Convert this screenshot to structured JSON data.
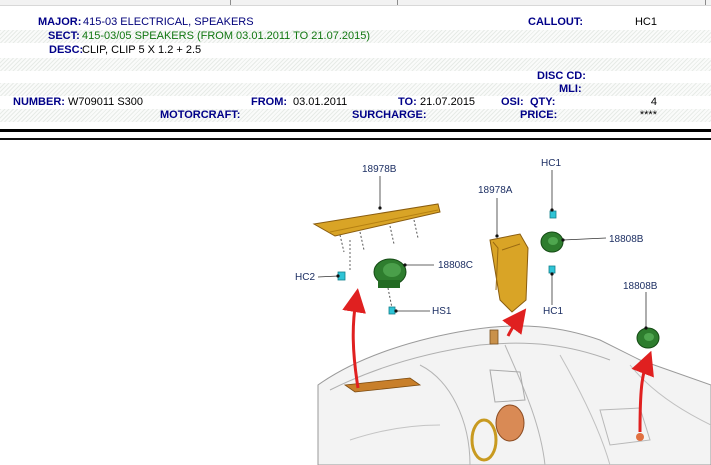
{
  "header": {
    "major_label": "MAJOR:",
    "major_value": "415-03  ELECTRICAL, SPEAKERS",
    "callout_label": "CALLOUT:",
    "callout_value": "HC1",
    "sect_label": "SECT:",
    "sect_value": "415-03/05  SPEAKERS (FROM 03.01.2011 TO 21.07.2015)",
    "desc_label": "DESC:",
    "desc_value": "CLIP, CLIP 5 X 1.2 + 2.5",
    "disc_cd_label": "DISC CD:",
    "mli_label": "MLI:",
    "number_label": "NUMBER:",
    "number_value": "W709011 S300",
    "from_label": "FROM:",
    "from_value": "03.01.2011",
    "to_label": "TO:",
    "to_value": "21.07.2015",
    "osi_label": "OSI:",
    "qty_label": "QTY:",
    "qty_value": "4",
    "motorcraft_label": "MOTORCRAFT:",
    "surcharge_label": "SURCHARGE:",
    "price_label": "PRICE:",
    "price_value": "****"
  },
  "diagram": {
    "callouts": {
      "c1": "18978B",
      "c2": "18978A",
      "c3": "HC1",
      "c4": "18808B",
      "c5": "HC2",
      "c6": "18808C",
      "c7": "HS1",
      "c8": "HC1",
      "c9": "18808B"
    }
  },
  "colors": {
    "label_blue": "#000088",
    "sect_green": "#117711",
    "part_orange": "#d4a020",
    "speaker_green": "#2e7d2e",
    "clip_cyan": "#2ec4d6",
    "arrow_red": "#e02020"
  }
}
